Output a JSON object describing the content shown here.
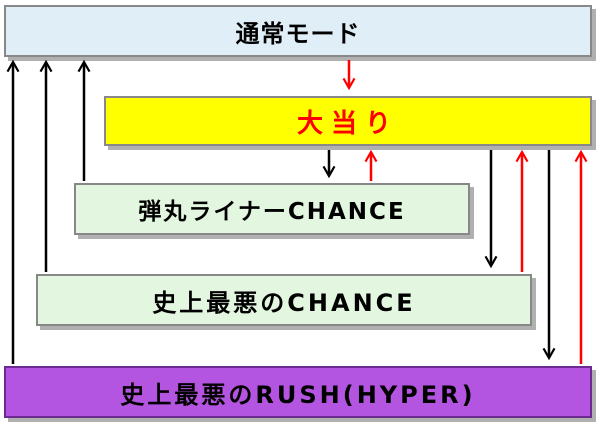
{
  "colors": {
    "normal": "#dfeef7",
    "jackpot": "#ffff00",
    "jackpot_text": "#ff0000",
    "chance": "#e3f7e0",
    "rush": "#b455e2",
    "arrow_black": "#000000",
    "arrow_red": "#ff0000"
  },
  "boxes": {
    "normal": "通常モード",
    "jackpot": "大当り",
    "dangan_chance": "弾丸ライナーCHANCE",
    "saiaku_chance": "史上最悪のCHANCE",
    "rush_hyper": "史上最悪のRUSH(HYPER)"
  }
}
